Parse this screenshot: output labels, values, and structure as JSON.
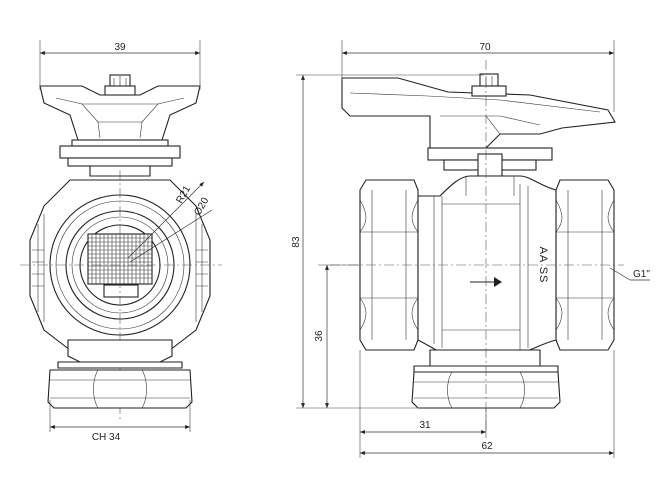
{
  "dimensions": {
    "side_width": "39",
    "front_width": "70",
    "height": "83",
    "axis_height": "36",
    "axis_offset": "31",
    "body_length": "62",
    "hex_nut": "CH 34",
    "radius": "R21",
    "diameter": "Ø20",
    "thread": "G1\""
  },
  "body_marking": "AA SS",
  "flow_arrow": "arrow-right-icon"
}
